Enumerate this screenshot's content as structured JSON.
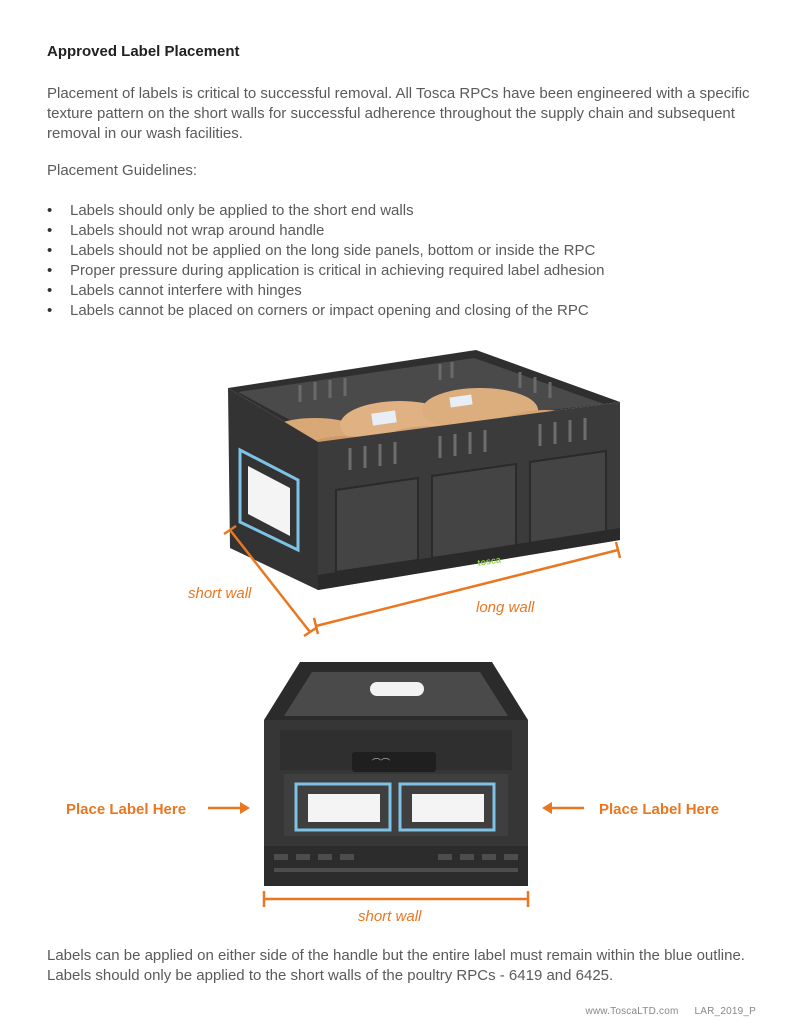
{
  "heading": "Approved Label Placement",
  "intro": "Placement of labels is critical to successful removal. All Tosca RPCs have been engineered with a specific texture pattern on the short walls for successful adherence throughout the supply chain and subsequent removal in our wash facilities.",
  "guidelines_title": "Placement Guidelines:",
  "guidelines": [
    "Labels should only be applied to the short end walls",
    "Labels should not wrap around handle",
    "Labels should not be applied on the long side panels, bottom or inside the RPC",
    "Proper pressure during application is critical in achieving required label adhesion",
    "Labels cannot interfere with hinges",
    "Labels cannot be placed on corners or impact opening and closing of the RPC"
  ],
  "figure1": {
    "short_wall": "short wall",
    "long_wall": "long wall",
    "brand": "tosca"
  },
  "figure2": {
    "place_left": "Place Label Here",
    "place_right": "Place Label Here",
    "short_wall": "short wall"
  },
  "footer_text": "Labels can be applied on either side of the handle but the entire label must remain within the blue outline. Labels should only be applied to the short walls of the poultry RPCs - 6419 and 6425.",
  "footer_url": "www.ToscaLTD.com",
  "footer_code": "LAR_2019_P",
  "colors": {
    "accent": "#E87722",
    "outline": "#7EC3E6",
    "crate": "#3a3a3a"
  }
}
